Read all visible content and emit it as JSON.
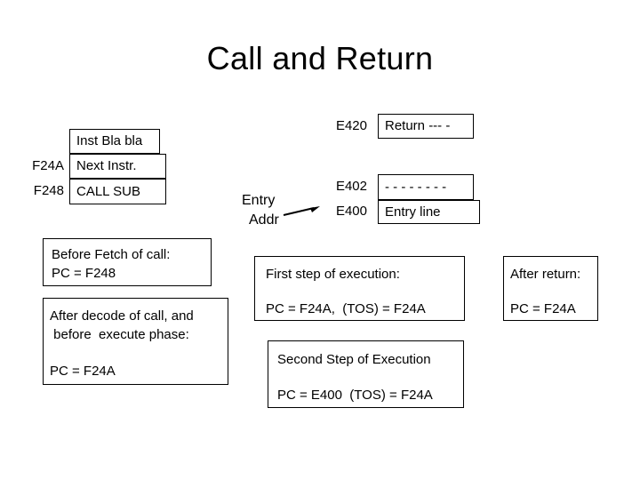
{
  "slide": {
    "title": "Call and Return"
  },
  "caller_table": {
    "rows": [
      {
        "address": "",
        "text": "Inst Bla bla"
      },
      {
        "address": "F24A",
        "text": "Next Instr."
      },
      {
        "address": "F248",
        "text": "CALL SUB"
      }
    ]
  },
  "subroutine_table": {
    "rows": [
      {
        "address": "E420",
        "text": "Return --- -"
      },
      {
        "address": "E402",
        "text": "- - - - - - - -"
      },
      {
        "address": "E400",
        "text": "Entry line"
      }
    ]
  },
  "entry_pointer": {
    "line1": "Entry",
    "line2": "Addr",
    "arrow": "arrow-right"
  },
  "notes": {
    "before_fetch": {
      "line1": "Before Fetch of call:",
      "line2": "PC = F248"
    },
    "after_decode": {
      "line1": "After decode of call, and",
      "line2": " before  execute phase:",
      "line3": "PC = F24A"
    },
    "first_step": {
      "line1": "First step of execution:",
      "line2": "PC = F24A,  (TOS) = F24A"
    },
    "second_step": {
      "line1": "Second Step of Execution",
      "line2": "PC = E400  (TOS) = F24A"
    },
    "after_return": {
      "line1": "After return:",
      "line2": "PC = F24A"
    }
  },
  "colors": {
    "background": "#ffffff",
    "stroke": "#000000",
    "text": "#000000"
  }
}
